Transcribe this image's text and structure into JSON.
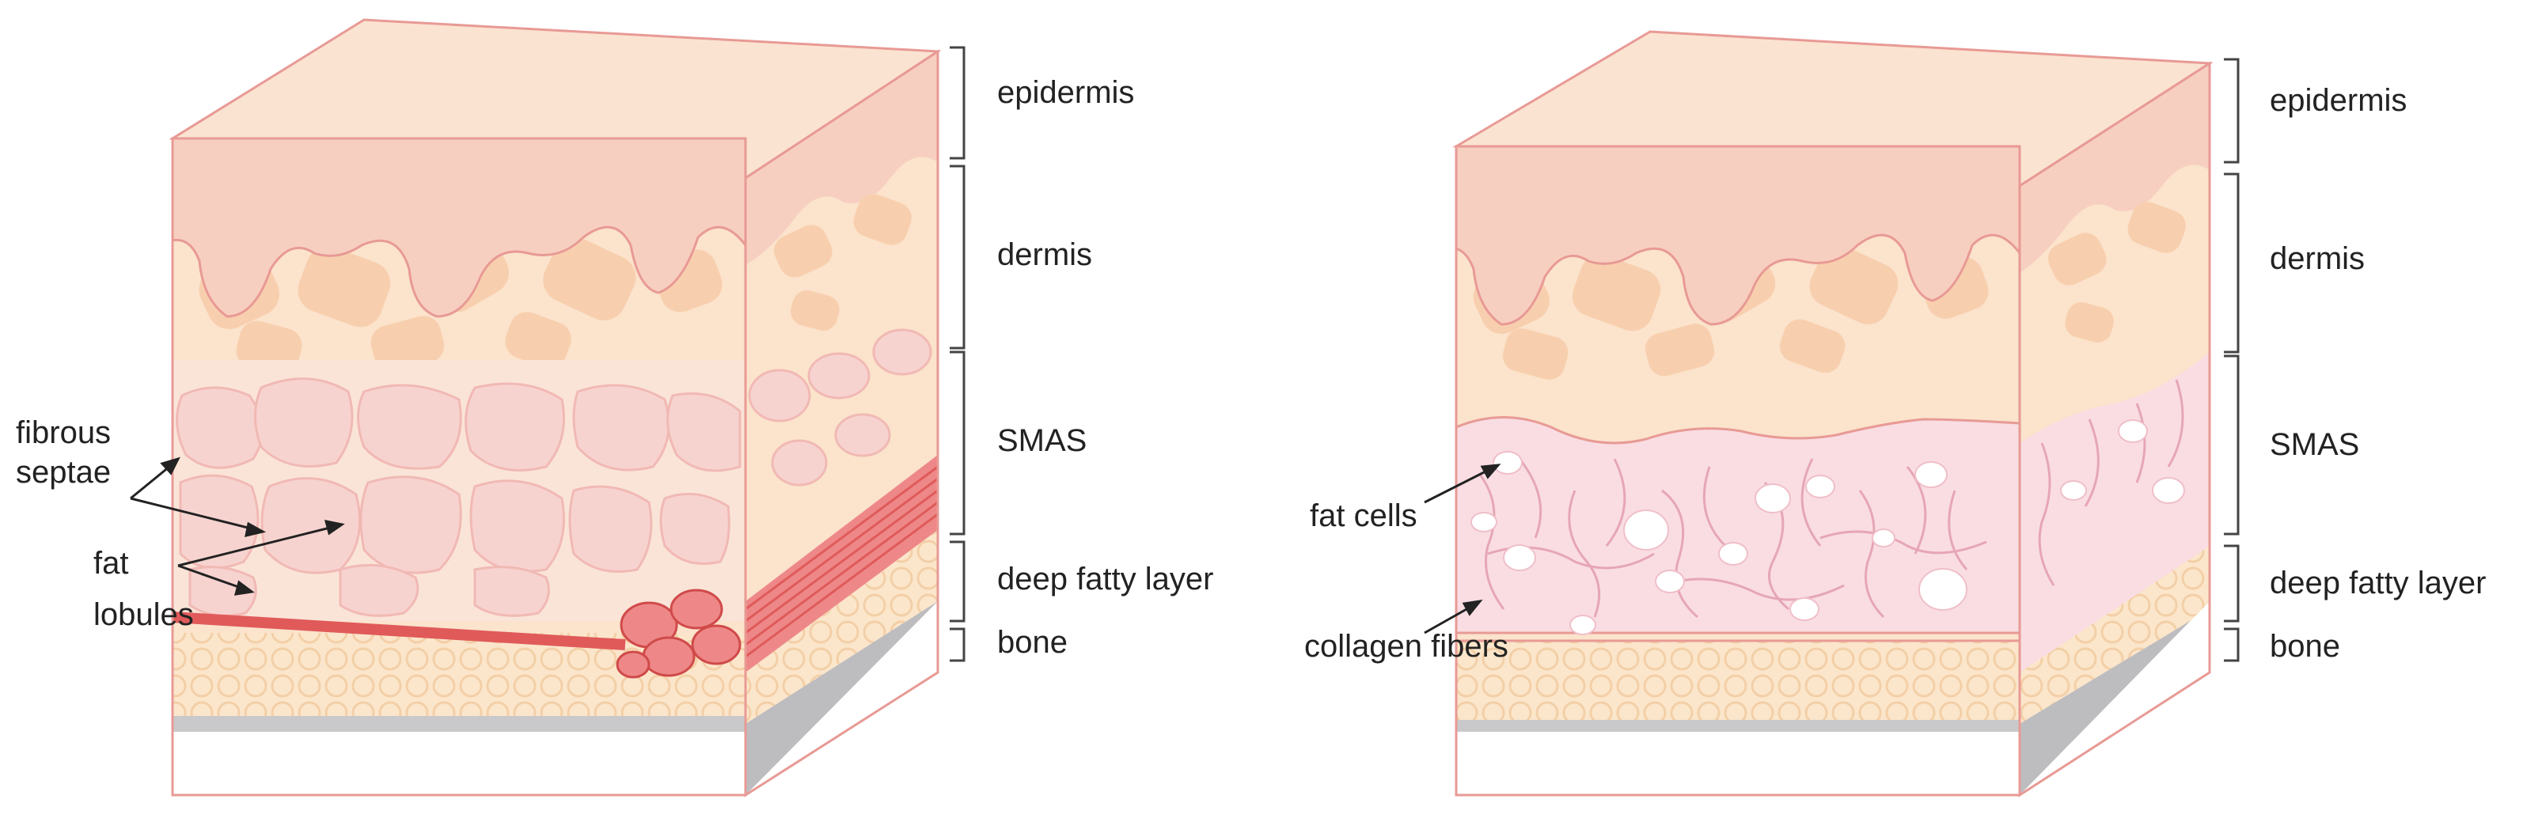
{
  "colors": {
    "outline": "#e89a95",
    "top_face": "#fbe3d1",
    "epidermis": "#f7cfc0",
    "dermis": "#fbe3cc",
    "dermis_blob": "#f8cfae",
    "smas_left": "#fae4d8",
    "lobule": "#f7d3d0",
    "fatty": "#fbe6cb",
    "fatty_circle": "#f3cfa7",
    "bone": "#c9c9cb",
    "muscle": "#ee8888",
    "muscle_line": "#e05a5a",
    "smas_right": "#f9dde3",
    "collagen": "#e6a6b6",
    "bracket": "#444444",
    "arrow": "#222222"
  },
  "left_panel": {
    "labels": {
      "epidermis": "epidermis",
      "dermis": "dermis",
      "smas": "SMAS",
      "deep_fatty": "deep fatty layer",
      "bone": "bone"
    },
    "callouts": {
      "fibrous_line1": "fibrous",
      "fibrous_line2": "septae",
      "fat_line1": "fat",
      "fat_line2": "lobules"
    }
  },
  "right_panel": {
    "labels": {
      "epidermis": "epidermis",
      "dermis": "dermis",
      "smas": "SMAS",
      "deep_fatty": "deep fatty layer",
      "bone": "bone"
    },
    "callouts": {
      "fat_cells": "fat cells",
      "collagen_fibers": "collagen fibers"
    }
  }
}
